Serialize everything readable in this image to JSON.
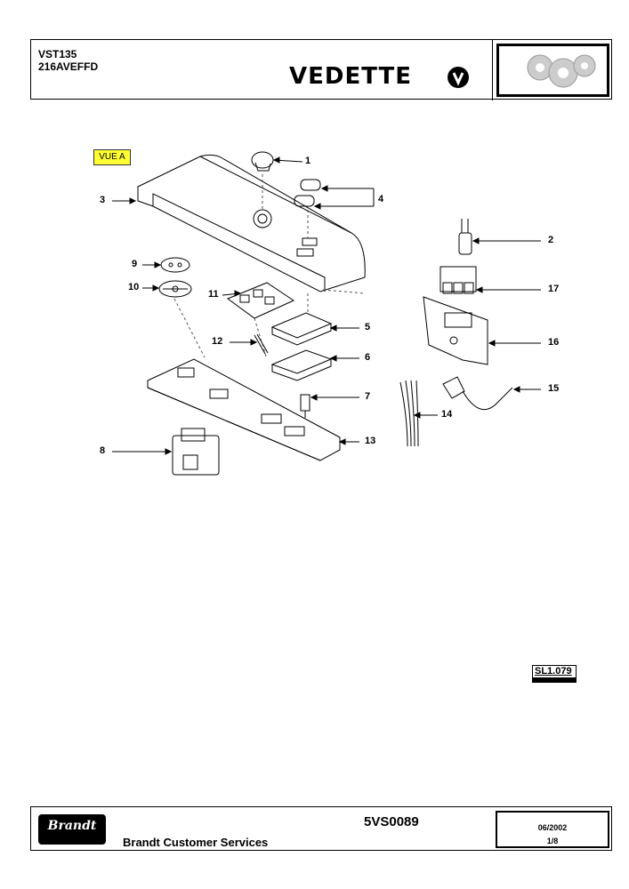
{
  "header": {
    "model_line1": "VST135",
    "model_line2": "216AVEFFD",
    "brand": "VEDETTE"
  },
  "view_label": "VUE A",
  "callouts": [
    "1",
    "2",
    "3",
    "4",
    "5",
    "6",
    "7",
    "8",
    "9",
    "10",
    "11",
    "12",
    "13",
    "14",
    "15",
    "16",
    "17"
  ],
  "sl_code": "SL1.079",
  "footer": {
    "logo": "Brandt",
    "services": "Brandt Customer Services",
    "reference": "5VS0089",
    "date": "06/2002",
    "page": "1/8"
  }
}
